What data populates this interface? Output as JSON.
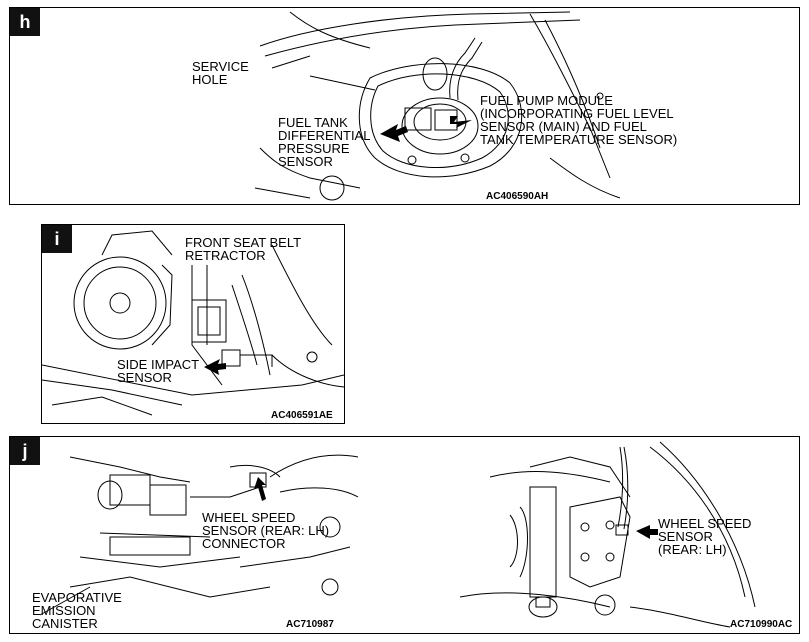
{
  "panels": {
    "h": {
      "tag": "h",
      "labels": {
        "service_hole": "SERVICE\nHOLE",
        "fuel_tank_sensor": "FUEL TANK\nDIFFERENTIAL\nPRESSURE\nSENSOR",
        "fuel_pump_module": "FUEL PUMP MODULE\n(INCORPORATING FUEL LEVEL\nSENSOR (MAIN) AND FUEL\nTANK TEMPERATURE SENSOR)"
      },
      "code": "AC406590AH"
    },
    "i": {
      "tag": "i",
      "labels": {
        "seat_belt": "FRONT SEAT BELT\nRETRACTOR",
        "side_impact": "SIDE IMPACT\nSENSOR"
      },
      "code": "AC406591AE"
    },
    "j": {
      "tag": "j",
      "labels": {
        "wheel_speed_connector": "WHEEL SPEED\nSENSOR (REAR: LH)\nCONNECTOR",
        "evap_canister": "EVAPORATIVE\nEMISSION\nCANISTER",
        "wheel_speed_sensor": "WHEEL SPEED\nSENSOR\n(REAR: LH)"
      },
      "code_left": "AC710987",
      "code_right": "AC710990AC"
    }
  }
}
